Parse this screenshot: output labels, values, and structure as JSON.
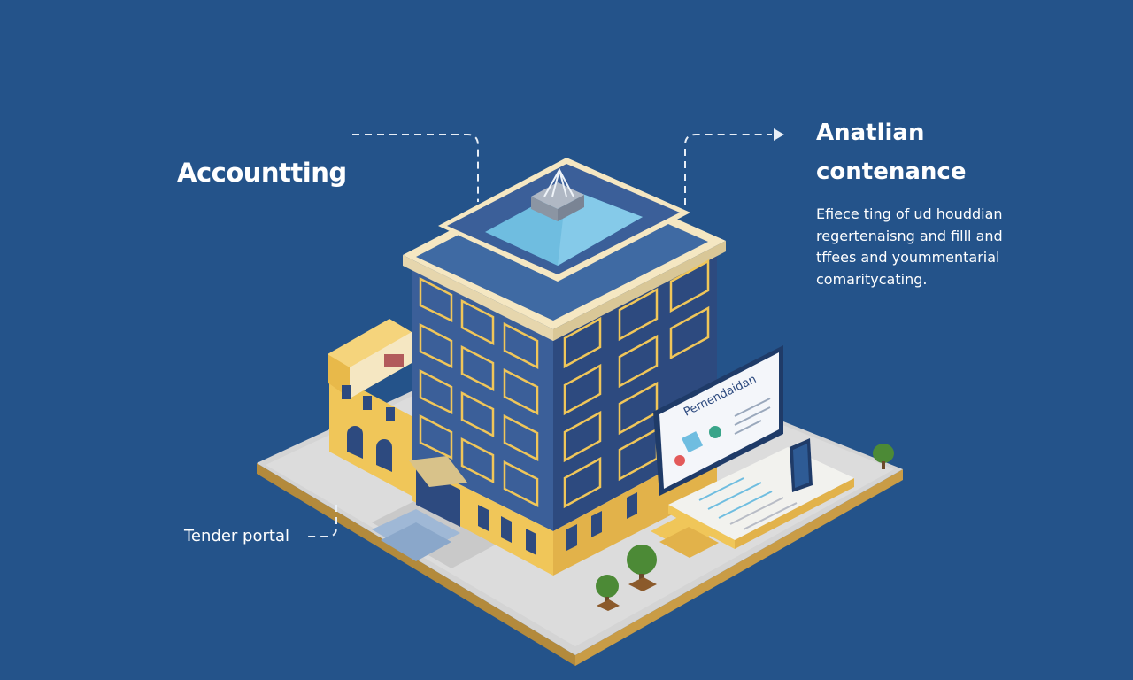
{
  "labels": {
    "accounting": "Accountting",
    "tender_portal": "Tender portal"
  },
  "info_panel": {
    "title_lines": [
      "Anatlian",
      "contenance"
    ],
    "description_lines": [
      "Efiece ting of ud houddian",
      "regertenaisng and filll and",
      "tffees and yoummentarial",
      "comaritycating."
    ]
  },
  "screen": {
    "heading": "Pernendaidan"
  },
  "colors": {
    "background": "#24538a",
    "building_blue": "#3b5f99",
    "building_blue_dark": "#2d4a7f",
    "building_yellow": "#f0c659",
    "trim_cream": "#f5e7c2",
    "ground_grey": "#d4d4d4",
    "base_gold": "#d9b05a",
    "roof_pool": "#6fbde0"
  }
}
